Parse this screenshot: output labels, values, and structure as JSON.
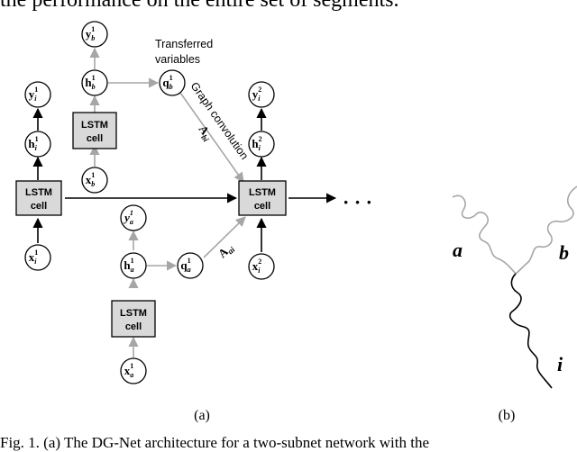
{
  "text": {
    "top_line": "the performance on the entire set of segments.",
    "bottom_line": "Fig. 1.   (a) The DG-Net architecture for a two-subnet network with the"
  },
  "diagram": {
    "nodes": {
      "y_i1": {
        "main": "y",
        "sup": "1",
        "sub": "i"
      },
      "h_i1": {
        "main": "h",
        "sup": "1",
        "sub": "i"
      },
      "x_i1": {
        "main": "x",
        "sup": "1",
        "sub": "i"
      },
      "y_b1": {
        "main": "y",
        "sup": "1",
        "sub": "b"
      },
      "h_b1": {
        "main": "h",
        "sup": "1",
        "sub": "b"
      },
      "x_b1": {
        "main": "x",
        "sup": "1",
        "sub": "b"
      },
      "q_b1": {
        "main": "q",
        "sup": "1",
        "sub": "b"
      },
      "y_i2": {
        "main": "y",
        "sup": "2",
        "sub": "i"
      },
      "h_i2": {
        "main": "h",
        "sup": "2",
        "sub": "i"
      },
      "x_i2": {
        "main": "x",
        "sup": "2",
        "sub": "i"
      },
      "y_a1": {
        "main": "y",
        "sup": "1",
        "sub": "a"
      },
      "h_a1": {
        "main": "h",
        "sup": "1",
        "sub": "a"
      },
      "q_a1": {
        "main": "q",
        "sup": "1",
        "sub": "a"
      },
      "x_a1": {
        "main": "x",
        "sup": "1",
        "sub": "a"
      }
    },
    "lstm_cell_line1": "LSTM",
    "lstm_cell_line2": "cell",
    "transferred_line1": "Transferred",
    "transferred_line2": "variables",
    "graph_conv_label": "Graph convolution",
    "edge_bi": {
      "main": "A",
      "sub": "bi"
    },
    "edge_ai": {
      "main": "A",
      "sub": "ai"
    },
    "ellipsis": "· · ·",
    "caption_a": "(a)",
    "caption_b": "(b)",
    "branch_a": "a",
    "branch_b": "b",
    "branch_i": "i"
  }
}
